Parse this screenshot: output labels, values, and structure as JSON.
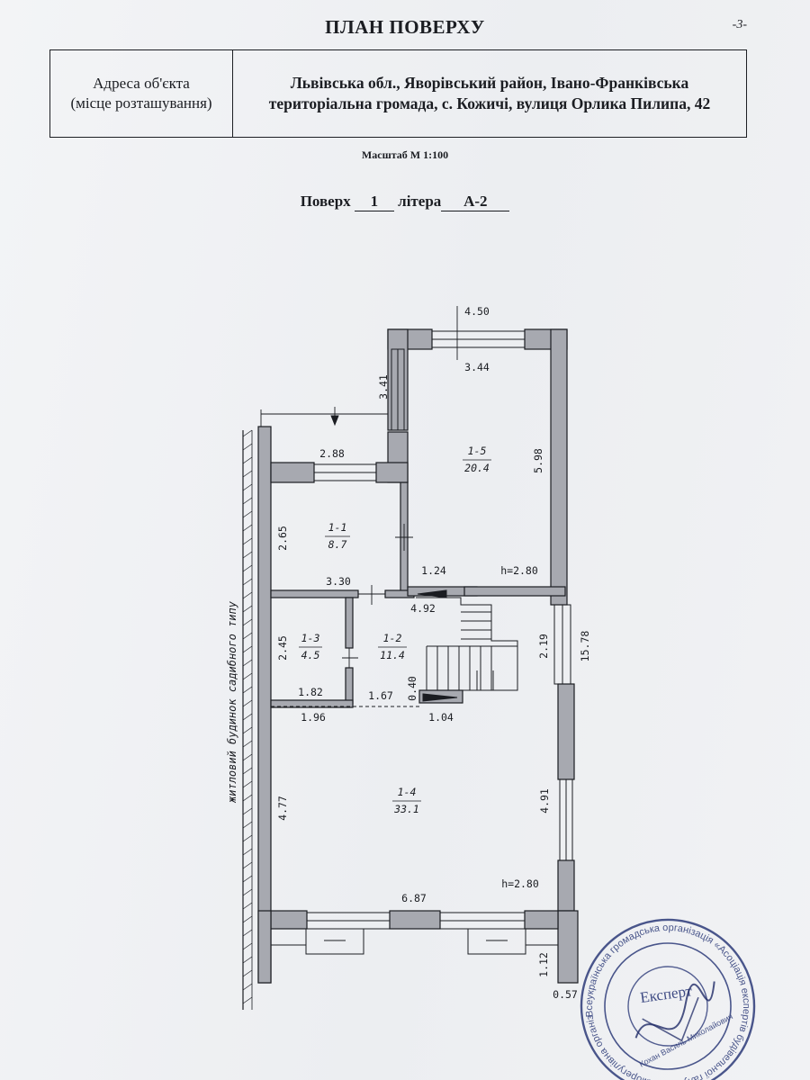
{
  "header": {
    "title": "ПЛАН ПОВЕРХУ",
    "page_number": "-3-"
  },
  "address": {
    "label_line1": "Адреса об'єкта",
    "label_line2": "(місце розташування)",
    "value_line1": "Львівська обл., Яворівський район, Івано-Франківська",
    "value_line2": "територіальна громада, с. Кожичі, вулиця Орлика Пилипа, 42"
  },
  "scale": "Масштаб  М 1:100",
  "floor": {
    "prefix": "Поверх",
    "number": "1",
    "letter_prefix": "літера",
    "letter": "А-2"
  },
  "plan": {
    "dims": {
      "top_width": "4.50",
      "room15_inner_width": "3.44",
      "room15_height": "5.98",
      "small_vert": "3.41",
      "room11_width": "2.88",
      "room11_height": "2.65",
      "room11_bottom": "3.30",
      "stair_top": "1.24",
      "stair_width": "4.92",
      "stair_side": "2.19",
      "total_height": "15.78",
      "room13_height": "2.45",
      "room13_width": "1.82",
      "corridor_width": "1.67",
      "door_040": "0.40",
      "room14_left_top": "1.96",
      "room14_mid_top": "1.04",
      "room14_height_left": "4.77",
      "room14_height_right": "4.91",
      "room14_width": "6.87",
      "bottom_right_vert": "1.12",
      "bottom_right": "0.57",
      "h_upper": "h=2.80",
      "h_lower": "h=2.80"
    },
    "rooms": [
      {
        "id": "1-5",
        "area": "20.4"
      },
      {
        "id": "1-1",
        "area": "8.7"
      },
      {
        "id": "1-3",
        "area": "4.5"
      },
      {
        "id": "1-2",
        "area": "11.4"
      },
      {
        "id": "1-4",
        "area": "33.1"
      }
    ],
    "side_label": "житловий будинок садибного типу"
  },
  "stamp": {
    "ring_text": "Всеукраїнська громадська організація «Асоціація експертів будівельної галузі» · Саморегулівна організація · Україна ·",
    "center_label": "Експерт",
    "center_sub": "Кохан Василь Миколайович"
  }
}
